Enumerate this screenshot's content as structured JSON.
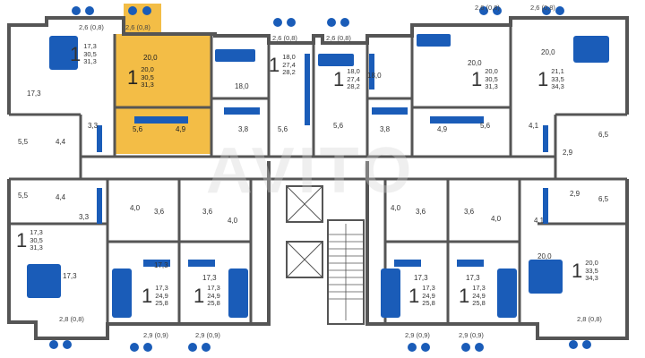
{
  "colors": {
    "wall": "#555555",
    "furniture": "#1a5cb8",
    "furniture_light": "#cfdcf0",
    "selected_fill": "#f2b632",
    "background": "#ffffff"
  },
  "apartments": [
    {
      "id": "a1",
      "rooms": "1",
      "living": "17,3",
      "total": "30,5",
      "total_bal": "31,3",
      "selected": false
    },
    {
      "id": "a2",
      "rooms": "1",
      "living": "20,0",
      "total": "30,5",
      "total_bal": "31,3",
      "selected": true
    },
    {
      "id": "a3",
      "rooms": "1",
      "living": "18,0",
      "total": "27,4",
      "total_bal": "28,2",
      "selected": false
    },
    {
      "id": "a4",
      "rooms": "1",
      "living": "18,0",
      "total": "27,4",
      "total_bal": "28,2",
      "selected": false
    },
    {
      "id": "a5",
      "rooms": "1",
      "living": "20,0",
      "total": "30,5",
      "total_bal": "31,3",
      "selected": false
    },
    {
      "id": "a6",
      "rooms": "1",
      "living": "21,1",
      "total": "33,5",
      "total_bal": "34,3",
      "selected": false
    },
    {
      "id": "a7",
      "rooms": "1",
      "living": "17,3",
      "total": "30,5",
      "total_bal": "31,3",
      "selected": false
    },
    {
      "id": "a8",
      "rooms": "1",
      "living": "17,3",
      "total": "24,9",
      "total_bal": "25,8",
      "selected": false
    },
    {
      "id": "a9",
      "rooms": "1",
      "living": "17,3",
      "total": "24,9",
      "total_bal": "25,8",
      "selected": false
    },
    {
      "id": "a10",
      "rooms": "1",
      "living": "17,3",
      "total": "24,9",
      "total_bal": "25,8",
      "selected": false
    },
    {
      "id": "a11",
      "rooms": "1",
      "living": "17,3",
      "total": "24,9",
      "total_bal": "25,8",
      "selected": false
    },
    {
      "id": "a12",
      "rooms": "1",
      "living": "20,0",
      "total": "33,5",
      "total_bal": "34,3",
      "selected": false
    }
  ],
  "balconies": [
    {
      "id": "b1",
      "text": "2,6 (0,8)"
    },
    {
      "id": "b2",
      "text": "2,6 (0,8)"
    },
    {
      "id": "b3",
      "text": "2,6 (0,8)"
    },
    {
      "id": "b4",
      "text": "2,6 (0,8)"
    },
    {
      "id": "b5",
      "text": "2,6 (0,8)"
    },
    {
      "id": "b6",
      "text": "2,6 (0,8)"
    },
    {
      "id": "b7",
      "text": "2,8 (0,8)"
    },
    {
      "id": "b8",
      "text": "2,9 (0,9)"
    },
    {
      "id": "b9",
      "text": "2,9 (0,9)"
    },
    {
      "id": "b10",
      "text": "2,9 (0,9)"
    },
    {
      "id": "b11",
      "text": "2,9 (0,9)"
    },
    {
      "id": "b12",
      "text": "2,8 (0,8)"
    }
  ],
  "room_areas": [
    {
      "id": "r1",
      "text": "17,3"
    },
    {
      "id": "r2",
      "text": "20,0"
    },
    {
      "id": "r3",
      "text": "18,0"
    },
    {
      "id": "r4",
      "text": "18,0"
    },
    {
      "id": "r5",
      "text": "20,0"
    },
    {
      "id": "r6",
      "text": "20,0"
    },
    {
      "id": "r7",
      "text": "3,3"
    },
    {
      "id": "r8",
      "text": "5,5"
    },
    {
      "id": "r9",
      "text": "4,4"
    },
    {
      "id": "r10",
      "text": "5,6"
    },
    {
      "id": "r11",
      "text": "4,9"
    },
    {
      "id": "r12",
      "text": "3,8"
    },
    {
      "id": "r13",
      "text": "5,6"
    },
    {
      "id": "r14",
      "text": "5,6"
    },
    {
      "id": "r15",
      "text": "3,8"
    },
    {
      "id": "r16",
      "text": "4,9"
    },
    {
      "id": "r17",
      "text": "5,6"
    },
    {
      "id": "r18",
      "text": "4,1"
    },
    {
      "id": "r19",
      "text": "6,5"
    },
    {
      "id": "r20",
      "text": "2,9"
    },
    {
      "id": "r21",
      "text": "5,5"
    },
    {
      "id": "r22",
      "text": "4,4"
    },
    {
      "id": "r23",
      "text": "3,3"
    },
    {
      "id": "r24",
      "text": "2,9"
    },
    {
      "id": "r25",
      "text": "6,5"
    },
    {
      "id": "r26",
      "text": "4,0"
    },
    {
      "id": "r27",
      "text": "3,6"
    },
    {
      "id": "r28",
      "text": "3,6"
    },
    {
      "id": "r29",
      "text": "4,0"
    },
    {
      "id": "r30",
      "text": "4,0"
    },
    {
      "id": "r31",
      "text": "3,6"
    },
    {
      "id": "r32",
      "text": "3,6"
    },
    {
      "id": "r33",
      "text": "4,0"
    },
    {
      "id": "r34",
      "text": "4,1"
    },
    {
      "id": "r35",
      "text": "17,3"
    },
    {
      "id": "r36",
      "text": "17,3"
    },
    {
      "id": "r37",
      "text": "17,3"
    },
    {
      "id": "r38",
      "text": "17,3"
    },
    {
      "id": "r39",
      "text": "17,3"
    },
    {
      "id": "r40",
      "text": "20,0"
    }
  ]
}
